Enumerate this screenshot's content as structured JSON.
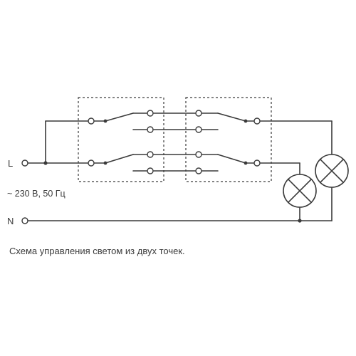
{
  "labels": {
    "phase": "L",
    "neutral": "N",
    "voltage": "~ 230 В, 50 Гц",
    "caption": "Схема управления светом из двух точек."
  },
  "colors": {
    "line": "#3a3a3a",
    "background": "#ffffff"
  },
  "components": {
    "switches": [
      "switch-left",
      "switch-right"
    ],
    "lamps": [
      "lamp-front",
      "lamp-back"
    ]
  }
}
